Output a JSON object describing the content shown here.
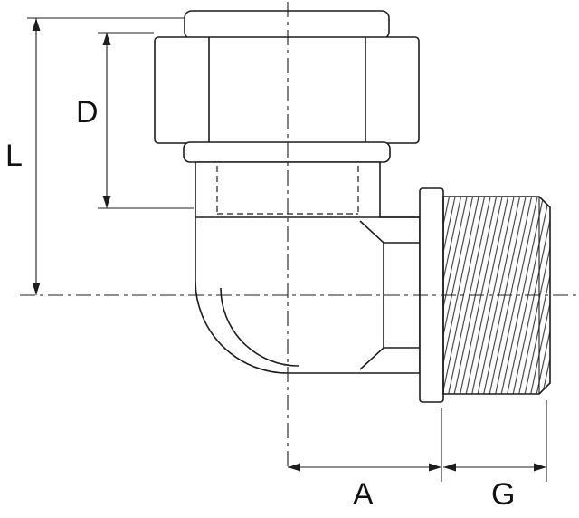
{
  "drawing": {
    "type": "technical-drawing",
    "background_color": "#ffffff",
    "line_color": "#1d1d1d",
    "labels": {
      "l": "L",
      "d": "D",
      "a": "A",
      "g": "G"
    }
  }
}
